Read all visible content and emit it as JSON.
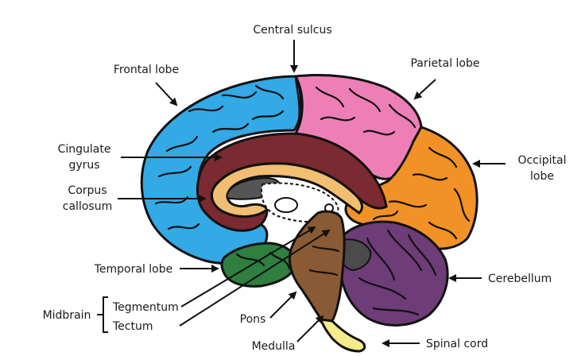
{
  "labels": {
    "central_sulcus": "Central sulcus",
    "frontal_lobe": "Frontal lobe",
    "parietal_lobe": "Parietal lobe",
    "cingulate_gyrus_1": "Cingulate",
    "cingulate_gyrus_2": "gyrus",
    "occipital_lobe_1": "Occipital",
    "occipital_lobe_2": "lobe",
    "corpus_callosum_1": "Corpus",
    "corpus_callosum_2": "callosum",
    "temporal_lobe": "Temporal lobe",
    "cerebellum": "Cerebellum",
    "midbrain": "Midbrain",
    "tegmentum": "Tegmentum",
    "tectum": "Tectum",
    "pons": "Pons",
    "medulla": "Medulla",
    "spinal_cord": "Spinal cord"
  },
  "colors": {
    "frontal_lobe": "#33A9E6",
    "parietal_lobe": "#EE7FB6",
    "occipital_lobe": "#F29126",
    "cingulate_gyrus": "#7A2A30",
    "corpus_callosum": "#F2BE72",
    "temporal_lobe": "#2E7F40",
    "cerebellum": "#6E3C77",
    "brainstem": "#8A5A34",
    "spinal_cord": "#F4EB8A",
    "ventricle": "#555555",
    "interior": "#ffffff"
  }
}
